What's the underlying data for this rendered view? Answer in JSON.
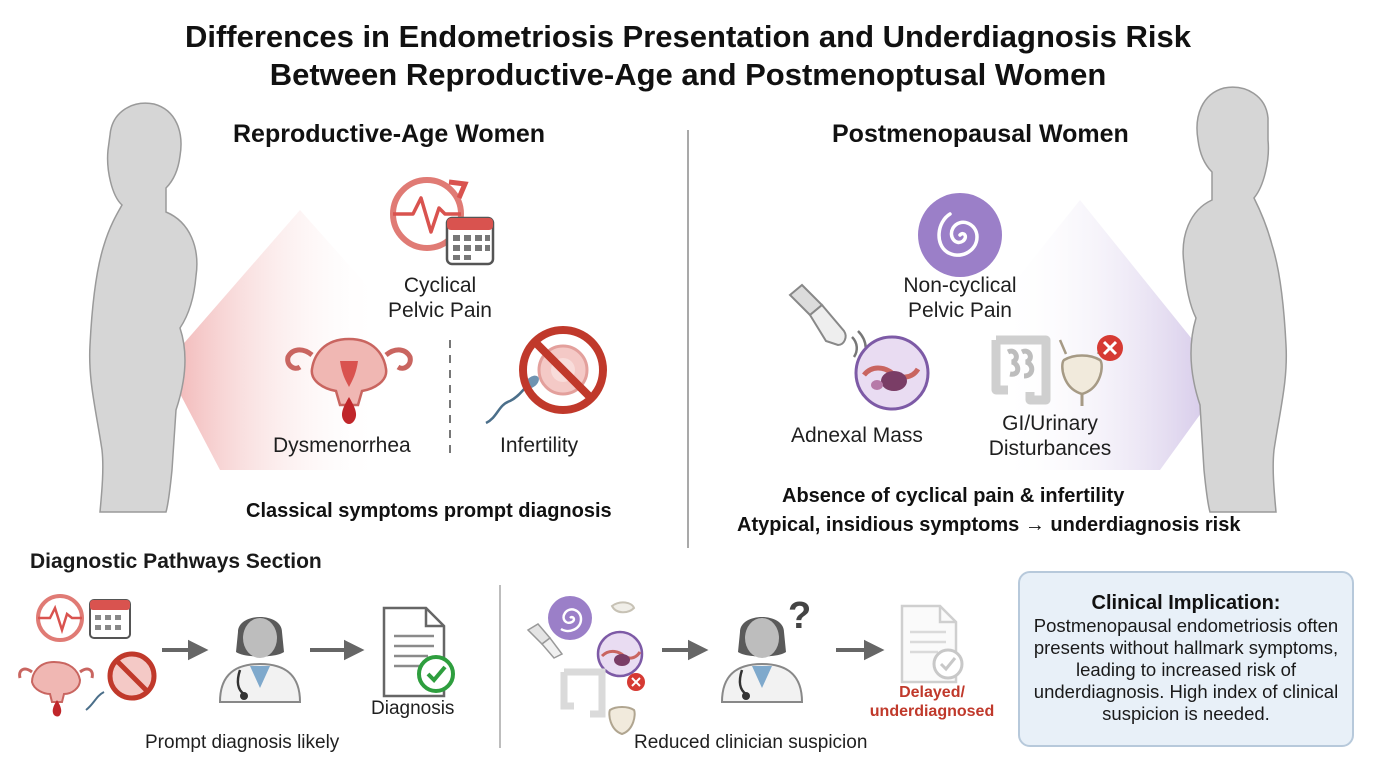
{
  "title": {
    "line1": "Differences in Endometriosis Presentation and Underdiagnosis Risk",
    "line2": "Between Reproductive-Age and Postmenoptusal Women"
  },
  "reproductive": {
    "heading": "Reproductive-Age Women",
    "cyclical_pain_line1": "Cyclical",
    "cyclical_pain_line2": "Pelvic Pain",
    "dysmenorrhea": "Dysmenorrhea",
    "infertility": "Infertility",
    "summary": "Classical symptoms prompt diagnosis"
  },
  "postmenopausal": {
    "heading": "Postmenopausal Women",
    "noncyclical_line1": "Non-cyclical",
    "noncyclical_line2": "Pelvic Pain",
    "adnexal_mass": "Adnexal Mass",
    "gi_line1": "GI/Urinary",
    "gi_line2": "Disturbances",
    "summary_line1": "Absence of cyclical pain & infertility",
    "summary_line2": "Atypical, insidious symptoms → underdiagnosis risk"
  },
  "pathways": {
    "heading": "Diagnostic Pathways Section",
    "diagnosis_label": "Diagnosis",
    "prompt_caption": "Prompt diagnosis likely",
    "delayed_line1": "Delayed/",
    "delayed_line2": "underdiagnosed",
    "reduced_caption": "Reduced clinician suspicion"
  },
  "implication": {
    "title": "Clinical Implication:",
    "body": "Postmenopausal endometriosis often presents without hallmark symptoms, leading to increased risk of underdiagnosis. High index of clinical suspicion is needed."
  },
  "colors": {
    "reproductive_accent": "#d9534f",
    "postmenopausal_accent": "#8e6bbf",
    "success": "#2e9e3e",
    "delayed": "#c0392b",
    "box_fill": "#e8f0f8"
  },
  "icons": {
    "cyclical_pain": "pain-calendar-icon",
    "uterus": "uterus-bleeding-icon",
    "infertility": "no-sperm-egg-icon",
    "spiral": "spiral-pain-icon",
    "ultrasound": "ultrasound-probe-icon",
    "adnexal": "ovary-mass-icon",
    "gi": "intestine-bladder-icon",
    "doctor": "doctor-icon",
    "document": "diagnosis-document-icon"
  }
}
